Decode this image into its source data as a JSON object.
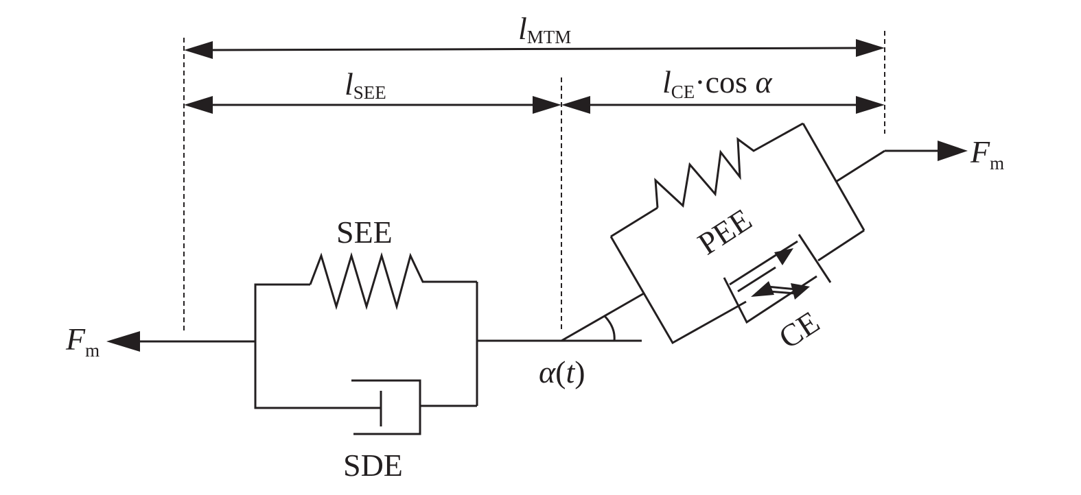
{
  "labels": {
    "l_symbol": "l",
    "mtm_sub": "MTM",
    "see_sub": "SEE",
    "ce_sub": "CE",
    "cos_text": "·cos ",
    "alpha": "α",
    "see_name": "SEE",
    "sde_name": "SDE",
    "pee_name": "PEE",
    "ce_name": "CE",
    "force_symbol": "F",
    "force_sub": "m",
    "angle_alpha": "α",
    "angle_open": "(",
    "angle_t": "t",
    "angle_close": ")"
  }
}
